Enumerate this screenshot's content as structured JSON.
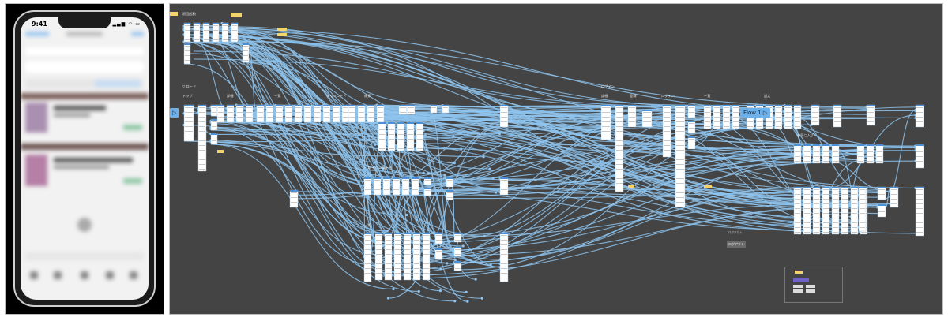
{
  "phone": {
    "time": "9:41",
    "status_icons": "▂▄▆ ◠ ▭"
  },
  "canvas": {
    "flow_start_label": "Flow 1",
    "section_labels": {
      "top": "初回起動",
      "left": "▽ ロード",
      "right": "ログイン",
      "col1": "トップ",
      "col2": "詳細",
      "col3": "一覧",
      "col4": "ダウンロード",
      "col5": "検索",
      "mid": "一覧 ダウンロード",
      "bottom": "一覧",
      "r1": "詳細",
      "r2": "登録",
      "r3": "ログイン",
      "r4": "一覧",
      "r5": "設定",
      "r6": "お気に入り"
    },
    "misc_button": "ログアウト",
    "misc_text": "ログアウト"
  },
  "colors": {
    "canvas_bg": "#444444",
    "connector": "#8ec4ef",
    "frame": "#ffffff",
    "frame_header": "#4a90d9",
    "flow_label": "#6fb0e8",
    "sticky": "#f3d36b"
  }
}
